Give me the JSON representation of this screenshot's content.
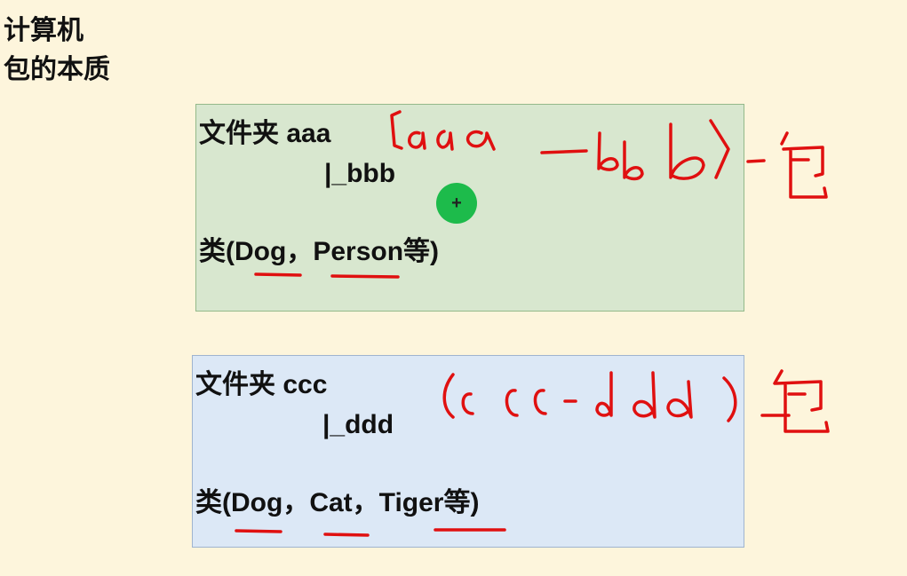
{
  "title": {
    "line1": "计算机",
    "line2": "包的本质"
  },
  "package_aaa": {
    "folder_line": "文件夹 aaa",
    "sub_line": "|_bbb",
    "class_prefix": "类(",
    "class_1": "Dog",
    "separator_1": "，",
    "class_2": "Person",
    "class_suffix": "等)"
  },
  "package_ccc": {
    "folder_line": "文件夹 ccc",
    "sub_line": "|_ddd",
    "class_prefix": "类(",
    "class_1": "Dog",
    "separator_1": "，",
    "class_2": "Cat",
    "separator_2": "，",
    "class_3": "Tiger",
    "class_suffix": "等)"
  },
  "cursor": {
    "symbol": "+"
  },
  "colors": {
    "background": "#fdf5dc",
    "green_box": "#d8e7cf",
    "blue_box": "#dce8f6",
    "ink_red": "#e01010",
    "cursor_green": "#1dbb4b"
  }
}
